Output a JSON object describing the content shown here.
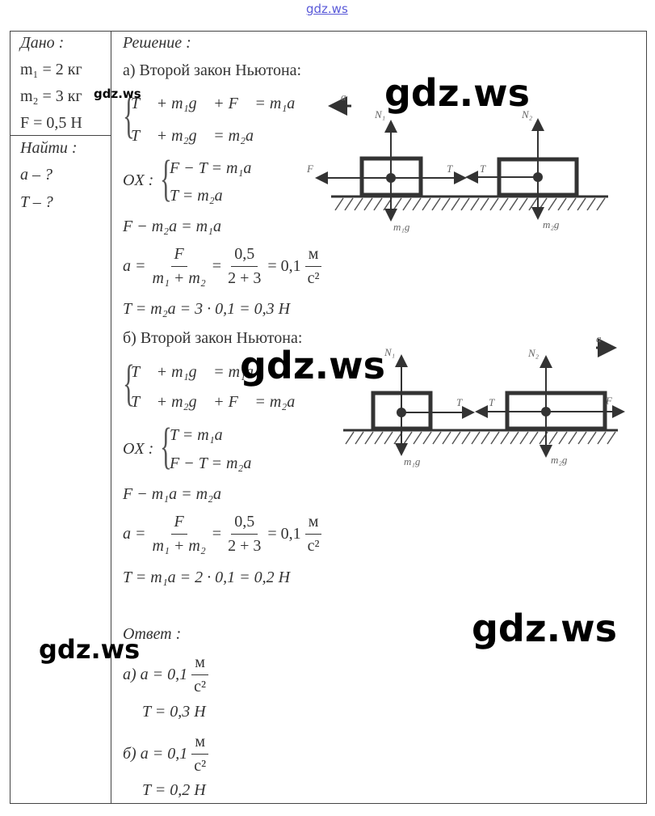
{
  "watermark": "gdz.ws",
  "given": {
    "title": "Дано :",
    "m1": "m₁ = 2 кг",
    "m2": "m₂ = 3 кг",
    "F": "F = 0,5 Н"
  },
  "find": {
    "title": "Найти :",
    "a": "a – ?",
    "T": "T – ?"
  },
  "solution": {
    "title": "Решение :",
    "a": {
      "heading": "а) Второй закон Ньютона:",
      "sys1": "T⃗ + m₁g⃗ + F⃗ = m₁a⃗",
      "sys2": "T⃗ + m₂g⃗ = m₂a⃗",
      "ox": "OX :",
      "ox1": "F − T = m₁a",
      "ox2": "T = m₂a",
      "eq": "F − m₂a = m₁a",
      "frac_lhs": "a =",
      "frac1_num": "F",
      "frac1_den": "m₁ + m₂",
      "eq2": "=",
      "frac2_num": "0,5",
      "frac2_den": "2 + 3",
      "result": "= 0,1",
      "unit_num": "м",
      "unit_den": "с²",
      "T": "T = m₂a = 3 · 0,1 = 0,3 Н"
    },
    "b": {
      "heading": "б) Второй закон Ньютона:",
      "sys1": "T⃗ + m₁g⃗ = m₁a⃗",
      "sys2": "T⃗ + m₂g⃗ + F⃗ = m₂a⃗",
      "ox": "OX :",
      "ox1": "T = m₁a",
      "ox2": "F − T = m₂a",
      "eq": "F − m₁a = m₂a",
      "frac_lhs": "a =",
      "frac1_num": "F",
      "frac1_den": "m₁ + m₂",
      "eq2": "=",
      "frac2_num": "0,5",
      "frac2_den": "2 + 3",
      "result": "= 0,1",
      "unit_num": "м",
      "unit_den": "с²",
      "T": "T = m₁a = 2 · 0,1 = 0,2 Н"
    }
  },
  "answer": {
    "title": "Ответ :",
    "a_label": "а) a = 0,1",
    "a_T": "T = 0,3 Н",
    "b_label": "б) a = 0,1",
    "b_T": "T = 0,2 Н",
    "unit_num": "м",
    "unit_den": "с²"
  },
  "diagram_a": {
    "a": "a⃗",
    "N1": "N₁",
    "N2": "N₂",
    "F": "F",
    "T1": "T",
    "T2": "T",
    "m1g": "m₁g",
    "m2g": "m₂g"
  },
  "diagram_b": {
    "a": "a⃗",
    "N1": "N₁",
    "N2": "N₂",
    "F": "F",
    "T1": "T",
    "T2": "T",
    "m1g": "m₁g",
    "m2g": "m₂g"
  }
}
